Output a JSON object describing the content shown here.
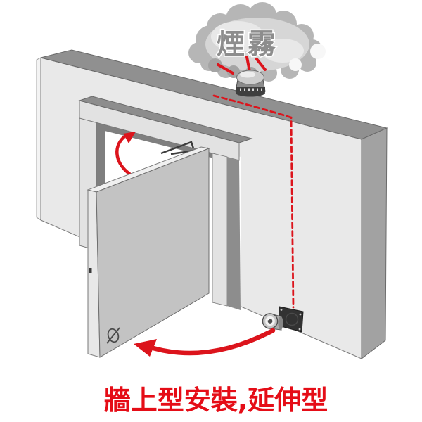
{
  "diagram": {
    "caption": "牆上型安裝,延伸型",
    "smoke_label": "煙霧",
    "colors": {
      "accent_red": "#dc141c",
      "caption_red": "#e50d17",
      "smoke_text_gray": "#8d8d8d",
      "wall_front": "#e9e9e9",
      "wall_top": "#909090",
      "wall_side": "#a2a2a2",
      "door_face": "#c3c3c3",
      "frame_light": "#e2e2e2",
      "frame_dark": "#7f7f7f",
      "plate_dark": "#323232",
      "cloud_outer": "#b6b6b6",
      "cloud_inner": "#d6d6d6"
    },
    "components": [
      "smoke-cloud",
      "smoke-detector",
      "masonry-wall",
      "door-frame",
      "open-door",
      "door-closer-arm",
      "signal-dashed-line",
      "wall-mounted-door-holder",
      "door-swing-arrow",
      "door-open-arrow"
    ]
  }
}
